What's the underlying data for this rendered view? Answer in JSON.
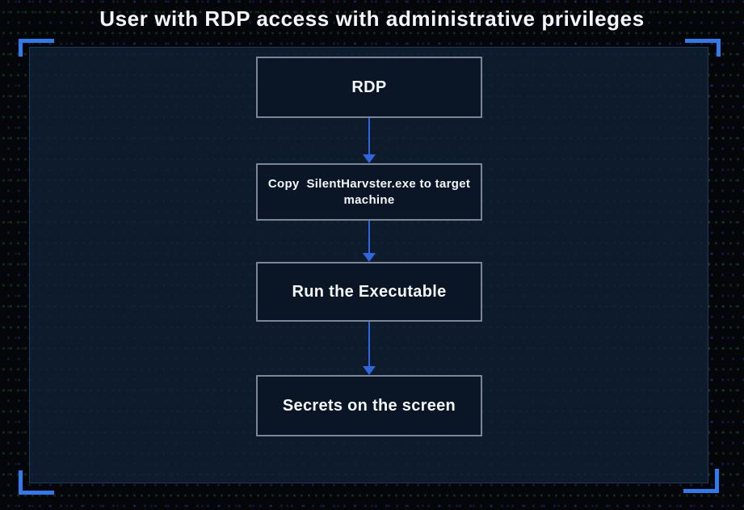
{
  "title": "User with RDP access with administrative privileges",
  "colors": {
    "accent": "#2f7bee",
    "arrow": "#2d66dd",
    "box_border": "#7d8697",
    "box_bg": "#0a1626",
    "panel_border": "#1e3a58",
    "page_bg": "#040609",
    "text": "#f4f6fa"
  },
  "flowchart": {
    "nodes": [
      {
        "id": "rdp",
        "label": "RDP"
      },
      {
        "id": "copy-exe",
        "label": "Copy  SilentHarvster.exe to target\nmachine"
      },
      {
        "id": "run-exe",
        "label": "Run the Executable"
      },
      {
        "id": "secrets",
        "label": "Secrets on the screen"
      }
    ]
  }
}
